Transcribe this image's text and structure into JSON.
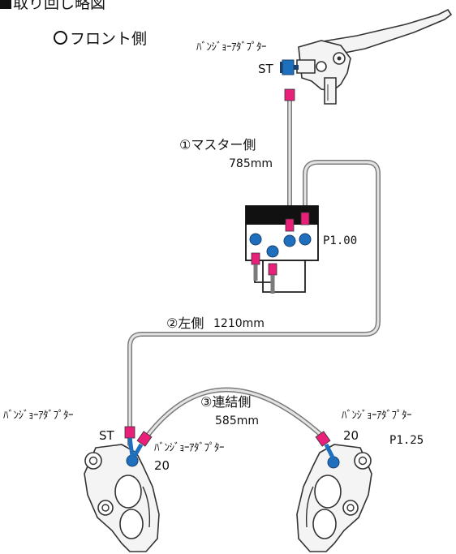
{
  "heading": "取り回し略図",
  "subheading": "フロント側",
  "labels": {
    "master_adapter": "ﾊﾞﾝｼﾞｮｰｱﾀﾞﾌﾟﾀｰ",
    "master_adapter_type": "ST",
    "master_line": "①マスター側",
    "master_length": "785mm",
    "junction_pitch": "P1.00",
    "left_line": "②左側",
    "left_length": "1210mm",
    "connect_line": "③連結側",
    "connect_length": "585mm",
    "left_adapter_1": "ﾊﾞﾝｼﾞｮｰｱﾀﾞﾌﾟﾀｰ",
    "left_adapter_1_type": "ST",
    "left_adapter_2": "ﾊﾞﾝｼﾞｮｰｱﾀﾞﾌﾟﾀｰ",
    "left_adapter_2_angle": "20",
    "right_adapter": "ﾊﾞﾝｼﾞｮｰｱﾀﾞﾌﾟﾀｰ",
    "right_adapter_angle": "20",
    "right_pitch": "P1.25"
  },
  "colors": {
    "hose": "#7a7a7a",
    "fitting": "#e8207a",
    "banjo": "#1f6fbf",
    "block": "#111111"
  }
}
